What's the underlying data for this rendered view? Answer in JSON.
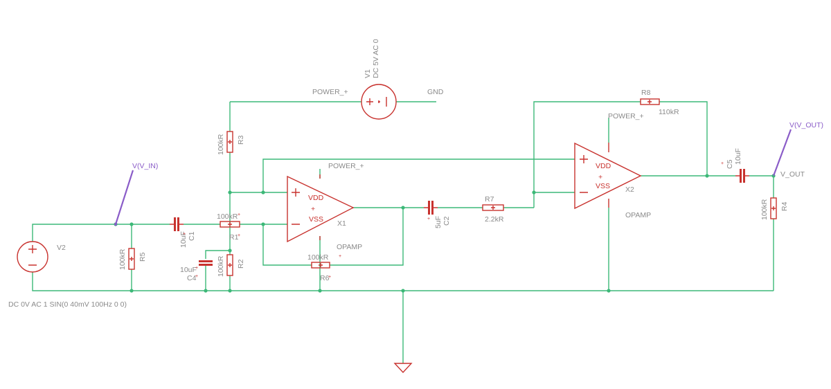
{
  "sources": {
    "v1": {
      "name": "V1",
      "spec": "DC 5V AC 0"
    },
    "v2": {
      "name": "V2",
      "spec": "DC 0V AC 1 SIN(0 40mV 100Hz 0 0)"
    }
  },
  "nets": {
    "power_plus": "POWER_+",
    "gnd": "GND",
    "v_out": "V_OUT"
  },
  "probes": {
    "in": "V(V_IN)",
    "out": "V(V_OUT)"
  },
  "opamps": {
    "x1": {
      "name": "X1",
      "model": "OPAMP",
      "vdd": "VDD",
      "vss": "VSS",
      "plus": "+",
      "minus": "−",
      "mid": "+"
    },
    "x2": {
      "name": "X2",
      "model": "OPAMP",
      "vdd": "VDD",
      "vss": "VSS",
      "plus": "+",
      "minus": "−",
      "mid": "+"
    }
  },
  "resistors": {
    "r1": {
      "name": "R1",
      "value": "100kR"
    },
    "r2": {
      "name": "R2",
      "value": "100kR"
    },
    "r3": {
      "name": "R3",
      "value": "100kR"
    },
    "r4": {
      "name": "R4",
      "value": "100kR"
    },
    "r5": {
      "name": "R5",
      "value": "100kR"
    },
    "r6": {
      "name": "R6",
      "value": "100kR"
    },
    "r7": {
      "name": "R7",
      "value": "2.2kR"
    },
    "r8": {
      "name": "R8",
      "value": "110kR"
    }
  },
  "capacitors": {
    "c1": {
      "name": "C1",
      "value": "10uF"
    },
    "c2": {
      "name": "C2",
      "value": "5uF"
    },
    "c4": {
      "name": "C4",
      "value": "10uF"
    },
    "c5": {
      "name": "C5",
      "value": "10uF"
    }
  },
  "pin_marks": {
    "plus": "+"
  }
}
